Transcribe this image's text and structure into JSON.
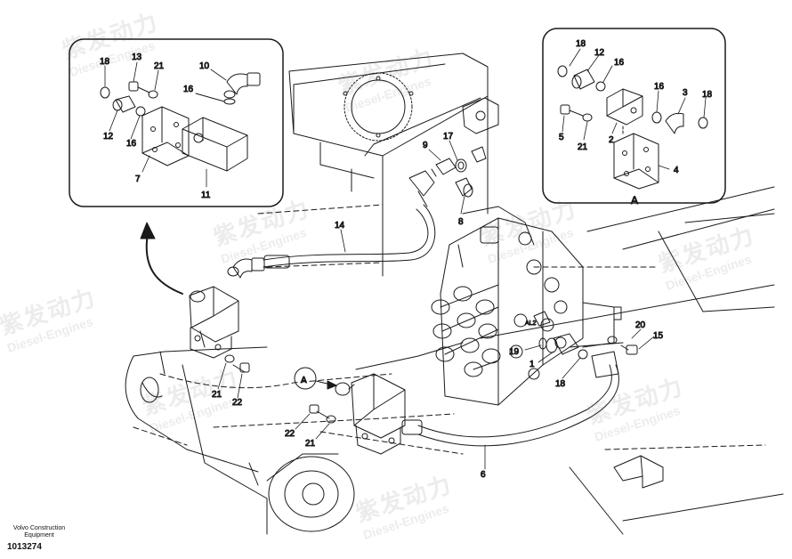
{
  "labels": {
    "inset_left": [
      "18",
      "13",
      "21",
      "10",
      "16",
      "12",
      "16",
      "7",
      "11"
    ],
    "inset_right": [
      "18",
      "12",
      "16",
      "5",
      "21",
      "2",
      "16",
      "3",
      "18",
      "4"
    ],
    "inset_right_caption": "A",
    "main": [
      "9",
      "17",
      "8",
      "14",
      "19",
      "1",
      "20",
      "15",
      "18",
      "21",
      "22",
      "22",
      "21",
      "6"
    ],
    "callout": "A",
    "valve_mark": "AL2"
  },
  "footer": {
    "brand_line1": "Volvo Construction",
    "brand_line2": "Equipment",
    "drawing_number": "1013274"
  },
  "watermark": {
    "cn": "紫发动力",
    "en": "Diesel-Engines"
  }
}
